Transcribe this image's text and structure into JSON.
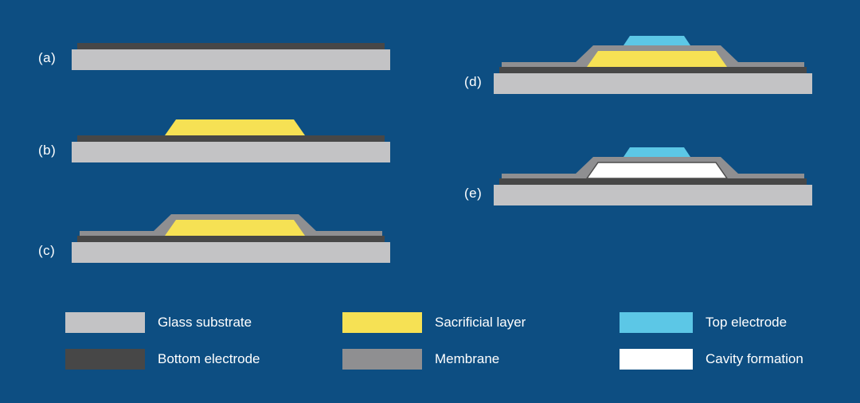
{
  "background": "#0d4e82",
  "text_color": "#ffffff",
  "colors": {
    "glass": "#c3c3c5",
    "bottom_electrode": "#474747",
    "sacrificial": "#f6e154",
    "membrane": "#8f8f91",
    "top_electrode": "#5cc7e6",
    "cavity": "#ffffff",
    "cavity_outline": "#4d4d4d"
  },
  "steps": [
    {
      "label": "(a)",
      "layers": [
        "glass substrate",
        "bottom electrode"
      ]
    },
    {
      "label": "(b)",
      "layers": [
        "glass substrate",
        "bottom electrode",
        "sacrificial layer"
      ]
    },
    {
      "label": "(c)",
      "layers": [
        "glass substrate",
        "bottom electrode",
        "sacrificial layer",
        "membrane"
      ]
    },
    {
      "label": "(d)",
      "layers": [
        "glass substrate",
        "bottom electrode",
        "sacrificial layer",
        "membrane",
        "top electrode"
      ]
    },
    {
      "label": "(e)",
      "layers": [
        "glass substrate",
        "bottom electrode",
        "cavity formation",
        "membrane",
        "top electrode"
      ]
    }
  ],
  "legend": [
    {
      "label": "Glass substrate",
      "color_key": "glass"
    },
    {
      "label": "Bottom electrode",
      "color_key": "bottom_electrode"
    },
    {
      "label": "Sacrificial layer",
      "color_key": "sacrificial"
    },
    {
      "label": "Membrane",
      "color_key": "membrane"
    },
    {
      "label": "Top electrode",
      "color_key": "top_electrode"
    },
    {
      "label": "Cavity formation",
      "color_key": "cavity"
    }
  ]
}
